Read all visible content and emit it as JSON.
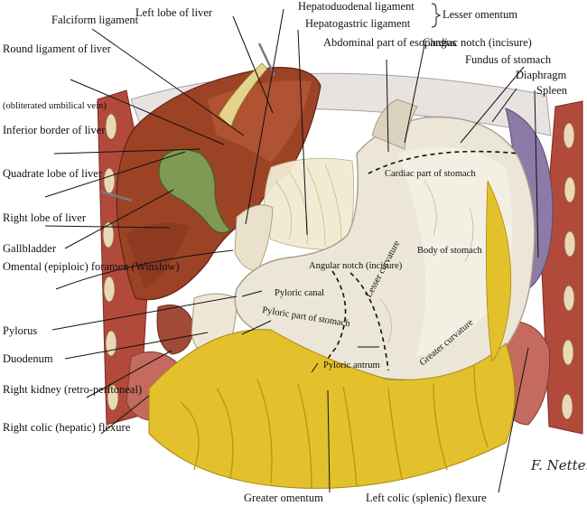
{
  "figure": {
    "title": "Stomach in situ",
    "colors": {
      "liver": "#9c4326",
      "liver_light": "#b85a38",
      "stomach": "#ece6d8",
      "omentum": "#e3c12c",
      "gallbladder": "#7f9a52",
      "spleen": "#8e7aa6",
      "muscle": "#b24a3c",
      "diaphragm": "#e8e2e0",
      "colon": "#c46a5e"
    }
  },
  "labels": {
    "falciform": "Falciform ligament",
    "left_lobe": "Left lobe of liver",
    "hepatoduodenal": "Hepatoduodenal ligament",
    "hepatogastric": "Hepatogastric ligament",
    "lesser_omentum": "Lesser omentum",
    "abdominal_esophagus": "Abdominal part of esophagus",
    "cardiac_notch": "Cardiac notch (incisure)",
    "fundus": "Fundus of stomach",
    "diaphragm": "Diaphragm",
    "spleen": "Spleen",
    "round_ligament": "Round ligament of liver",
    "round_ligament_note": "(obliterated umbilical vein)",
    "inferior_border": "Inferior border of liver",
    "quadrate_lobe": "Quadrate lobe of liver",
    "right_lobe": "Right lobe of liver",
    "gallbladder": "Gallbladder",
    "omental_foramen": "Omental (epiploic) foramen (Winslow)",
    "pylorus": "Pylorus",
    "duodenum": "Duodenum",
    "right_kidney": "Right kidney (retro-peritoneal)",
    "right_colic": "Right colic (hepatic) flexure",
    "greater_omentum": "Greater omentum",
    "left_colic": "Left colic (splenic) flexure",
    "cardiac_part": "Cardiac part of stomach",
    "body": "Body of stomach",
    "angular_notch": "Angular notch (incisure)",
    "lesser_curvature": "Lesser curvature",
    "pyloric_canal": "Pyloric canal",
    "pyloric_part": "Pyloric part of stomach",
    "pyloric_antrum": "Pyloric antrum",
    "greater_curvature": "Greater curvature"
  },
  "signature": "F. Netter"
}
